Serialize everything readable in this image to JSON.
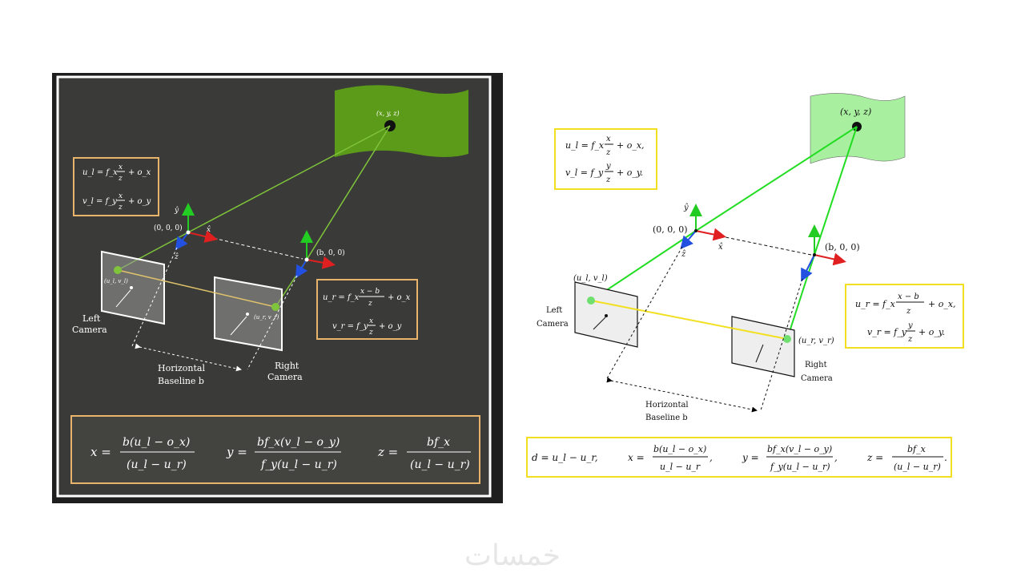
{
  "left_panel": {
    "point_label": "(x, y, z)",
    "origin_label": "(0, 0, 0)",
    "right_origin_label": "(b, 0, 0)",
    "y_axis": "ŷ",
    "x_axis": "x̂",
    "z_axis": "ẑ",
    "left_image_point": "(u_l, v_l)",
    "right_image_point": "(u_r, v_r)",
    "left_camera_label": [
      "Left",
      "Camera"
    ],
    "right_camera_label": [
      "Right",
      "Camera"
    ],
    "baseline_label": [
      "Horizontal",
      "Baseline b"
    ],
    "eq_left": {
      "u_lhs": "u_l = f_x",
      "u_num": "x",
      "u_den": "z",
      "u_rhs": "+ o_x",
      "v_lhs": "v_l = f_y",
      "v_num": "x",
      "v_den": "z",
      "v_rhs": "+ o_y"
    },
    "eq_right": {
      "u_lhs": "u_r = f_x",
      "u_num": "x − b",
      "u_den": "z",
      "u_rhs": "+ o_x",
      "v_lhs": "v_r = f_y",
      "v_num": "x",
      "v_den": "z",
      "v_rhs": "+ o_y"
    },
    "solution": {
      "x_lhs": "x =",
      "x_num": "b(u_l − o_x)",
      "x_den": "(u_l − u_r)",
      "y_lhs": "y =",
      "y_num": "bf_x(v_l − o_y)",
      "y_den": "f_y(u_l − u_r)",
      "z_lhs": "z =",
      "z_num": "bf_x",
      "z_den": "(u_l − u_r)"
    }
  },
  "right_panel": {
    "point_label": "(x, y, z)",
    "origin_label": "(0, 0, 0)",
    "right_origin_label": "(b, 0, 0)",
    "y_axis": "ŷ",
    "x_axis": "x̂",
    "z_axis": "ẑ",
    "left_image_point": "(u_l, v_l)",
    "right_image_point": "(u_r, v_r)",
    "left_camera_label": [
      "Left",
      "Camera"
    ],
    "right_camera_label": [
      "Right",
      "Camera"
    ],
    "baseline_label": [
      "Horizontal",
      "Baseline b"
    ],
    "eq_left": {
      "u_lhs": "u_l = f_x",
      "u_num": "x",
      "u_den": "z",
      "u_rhs": "+ o_x,",
      "v_lhs": "v_l = f_y",
      "v_num": "y",
      "v_den": "z",
      "v_rhs": "+ o_y."
    },
    "eq_right": {
      "u_lhs": "u_r = f_x",
      "u_num": "x − b",
      "u_den": "z",
      "u_rhs": "+ o_x,",
      "v_lhs": "v_r = f_y",
      "v_num": "y",
      "v_den": "z",
      "v_rhs": "+ o_y."
    },
    "solution": {
      "d": "d = u_l − u_r,",
      "x_lhs": "x =",
      "x_num": "b(u_l − o_x)",
      "x_den": "u_l − u_r",
      "x_end": ",",
      "y_lhs": "y =",
      "y_num": "bf_x(v_l − o_y)",
      "y_den": "f_y(u_l − u_r)",
      "y_end": ",",
      "z_lhs": "z =",
      "z_num": "bf_x",
      "z_den": "(u_l − u_r)",
      "z_end": "."
    }
  },
  "watermark": "خمسات",
  "colors": {
    "dark_bg": "#3a3b38",
    "dark_frame": "#1e1e1e",
    "flag_dark": "#5c9a19",
    "flag_light": "#a8f0a0",
    "ray_dark": "#7fc43a",
    "ray_light": "#22dd22",
    "box_orange": "#e8b36a",
    "box_yellow": "#f2e020",
    "axis_x": "#e02020",
    "axis_y": "#22cc22",
    "axis_z": "#2250e0"
  }
}
